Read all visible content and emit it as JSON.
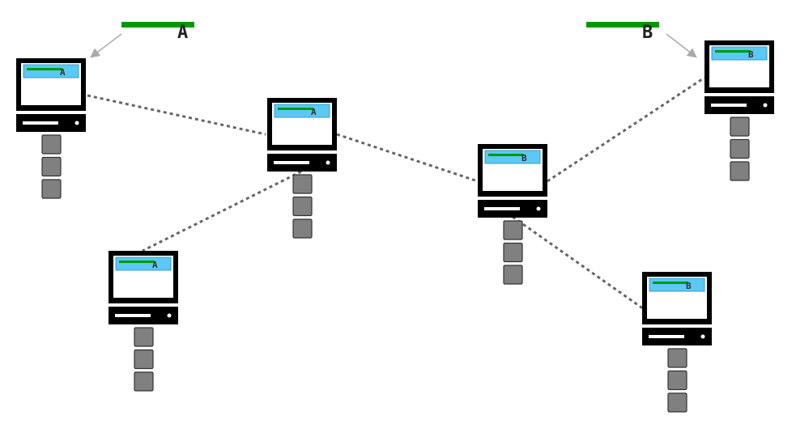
{
  "colors": {
    "background": "#ffffff",
    "screen_frame": "#000000",
    "screen_bar": "#5bc8f5",
    "accent_green": "#009900",
    "stack_block": "#808080",
    "link": "#666666",
    "pointer_arrow": "#aaaaaa"
  },
  "legend": [
    {
      "id": "A",
      "label": "A"
    },
    {
      "id": "B",
      "label": "B"
    }
  ],
  "nodes": [
    {
      "id": "n1",
      "group": "A",
      "label": "A",
      "icon": "computer-icon",
      "stack_blocks": 3
    },
    {
      "id": "n2",
      "group": "A",
      "label": "A",
      "icon": "computer-icon",
      "stack_blocks": 3
    },
    {
      "id": "n3",
      "group": "A",
      "label": "A",
      "icon": "computer-icon",
      "stack_blocks": 3
    },
    {
      "id": "n4",
      "group": "B",
      "label": "B",
      "icon": "computer-icon",
      "stack_blocks": 3
    },
    {
      "id": "n5",
      "group": "B",
      "label": "B",
      "icon": "computer-icon",
      "stack_blocks": 3
    },
    {
      "id": "n6",
      "group": "B",
      "label": "B",
      "icon": "computer-icon",
      "stack_blocks": 3
    }
  ],
  "links": [
    {
      "from": "n1",
      "to": "n2",
      "style": "dotted"
    },
    {
      "from": "n2",
      "to": "n3",
      "style": "dotted"
    },
    {
      "from": "n2",
      "to": "n4",
      "style": "dotted"
    },
    {
      "from": "n4",
      "to": "n5",
      "style": "dotted"
    },
    {
      "from": "n4",
      "to": "n6",
      "style": "dotted"
    }
  ]
}
